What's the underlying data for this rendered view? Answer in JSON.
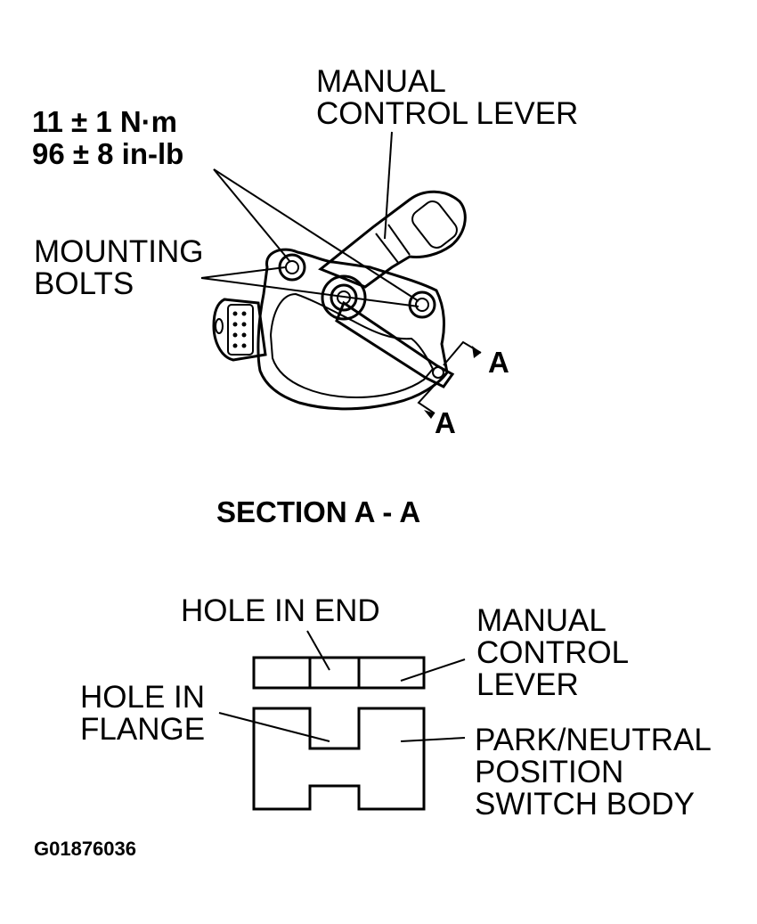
{
  "labels": {
    "torque_line1": "11 ± 1 N·m",
    "torque_line2": "96 ± 8 in-lb",
    "manual_control_lever_line1": "MANUAL",
    "manual_control_lever_line2": "CONTROL LEVER",
    "mounting_bolts_line1": "MOUNTING",
    "mounting_bolts_line2": "BOLTS",
    "section_mark_upper": "A",
    "section_mark_lower": "A",
    "section_title": "SECTION A - A",
    "hole_in_end": "HOLE IN END",
    "section_lever_line1": "MANUAL",
    "section_lever_line2": "CONTROL",
    "section_lever_line3": "LEVER",
    "hole_in_flange_line1": "HOLE IN",
    "hole_in_flange_line2": "FLANGE",
    "switch_body_line1": "PARK/NEUTRAL",
    "switch_body_line2": "POSITION",
    "switch_body_line3": "SWITCH BODY",
    "figure_id": "G01876036"
  }
}
